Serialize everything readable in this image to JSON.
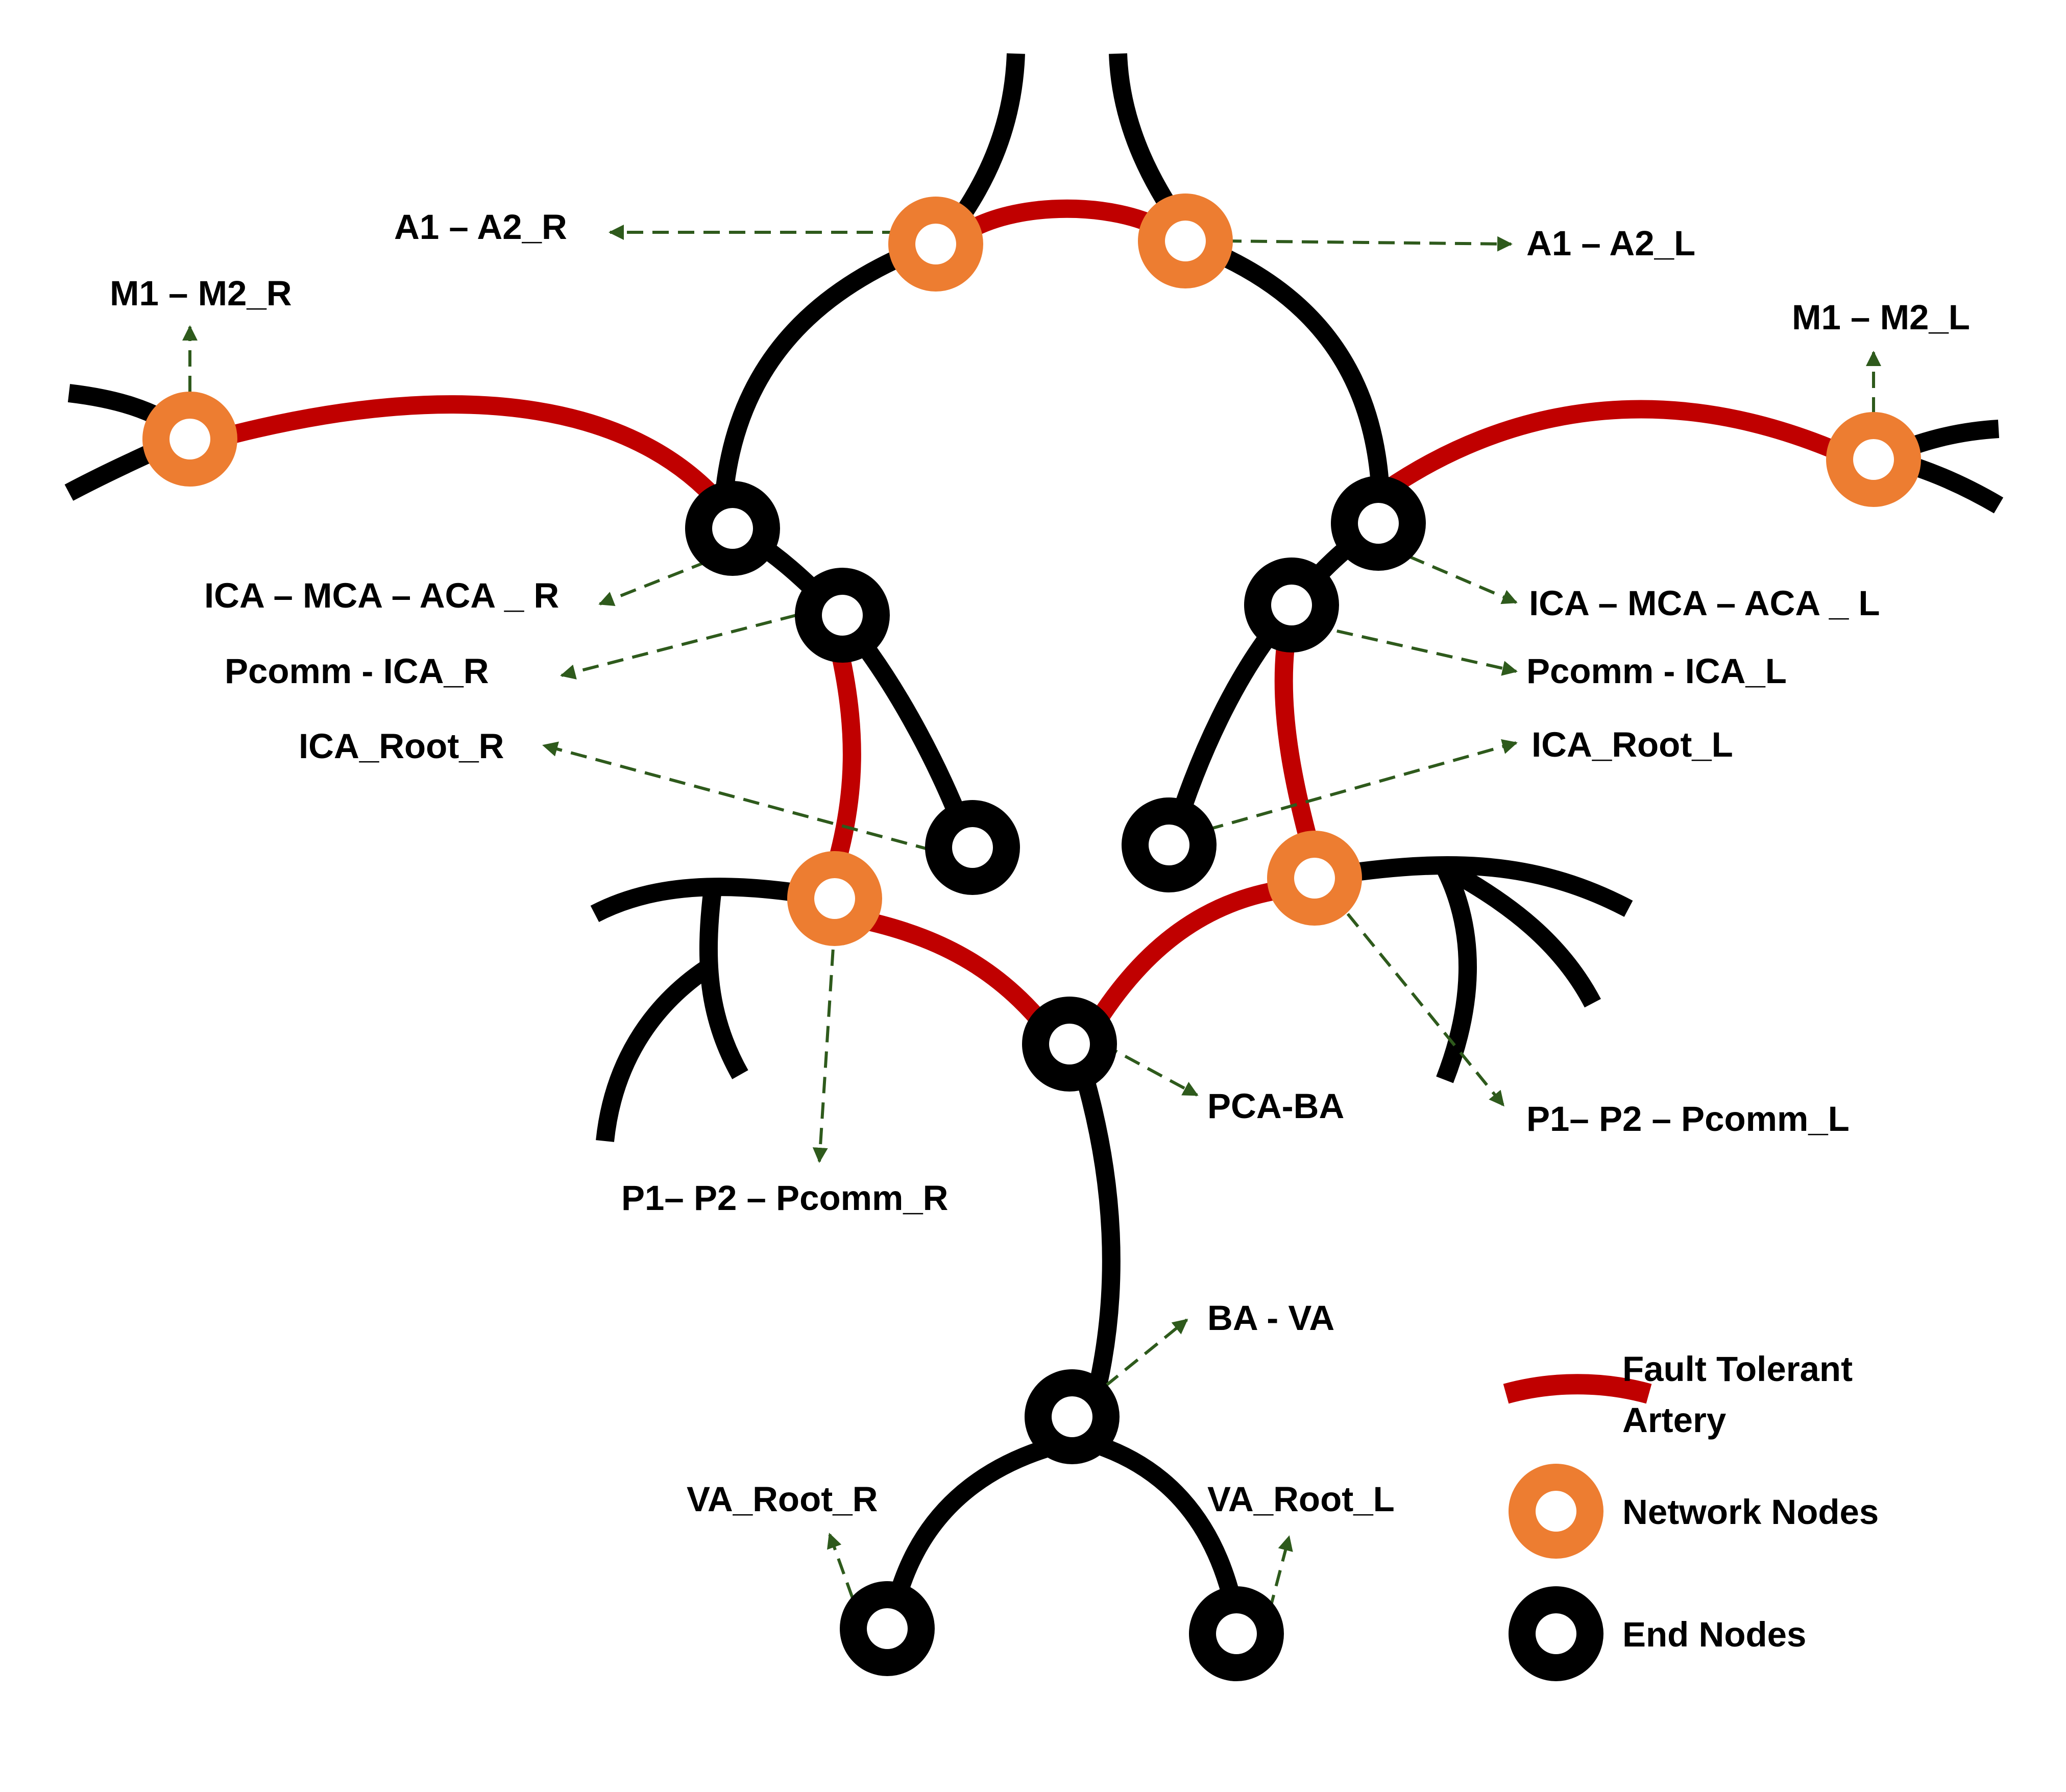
{
  "colors": {
    "fault_tolerant": "#C00000",
    "normal_artery": "#000000",
    "network_node": "#ED7D31",
    "end_node": "#000000",
    "node_center": "#FFFFFF",
    "arrow": "#2E5A1C"
  },
  "labels": {
    "a1a2_r": "A1 – A2_R",
    "a1a2_l": "A1 – A2_L",
    "m1m2_r": "M1 – M2_R",
    "m1m2_l": "M1 – M2_L",
    "icamcaaca_r": "ICA – MCA – ACA _ R",
    "icamcaaca_l": "ICA – MCA – ACA _ L",
    "pcommica_r": "Pcomm - ICA_R",
    "pcommica_l": "Pcomm - ICA_L",
    "icaroot_r": "ICA_Root_R",
    "icaroot_l": "ICA_Root_L",
    "pcaba": "PCA-BA",
    "p1p2pcomm_r": "P1– P2 – Pcomm_R",
    "p1p2pcomm_l": "P1– P2 – Pcomm_L",
    "bava": "BA - VA",
    "varoot_r": "VA_Root_R",
    "varoot_l": "VA_Root_L"
  },
  "legend": {
    "fault_tolerant_line1": "Fault Tolerant",
    "fault_tolerant_line2": "Artery",
    "network_nodes": "Network Nodes",
    "end_nodes": "End Nodes"
  }
}
